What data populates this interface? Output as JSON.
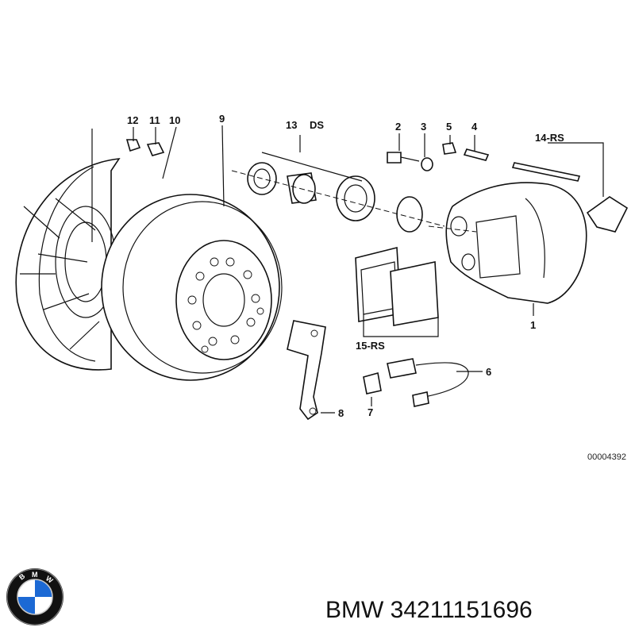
{
  "diagram": {
    "callouts": {
      "c1": "1",
      "c2": "2",
      "c3": "3",
      "c4": "4",
      "c5": "5",
      "c6": "6",
      "c7": "7",
      "c8": "8",
      "c9": "9",
      "c10": "10",
      "c11": "11",
      "c12": "12",
      "c13": "13",
      "c13_suffix": "DS",
      "c14": "14-RS",
      "c15": "15-RS"
    },
    "drawing_code": "00004392"
  },
  "footer": {
    "brand_text": "BMW 34211151696",
    "logo_letters": "BMW",
    "logo_colors": {
      "blue": "#1c69d4",
      "ring": "#111111",
      "white": "#ffffff"
    }
  }
}
